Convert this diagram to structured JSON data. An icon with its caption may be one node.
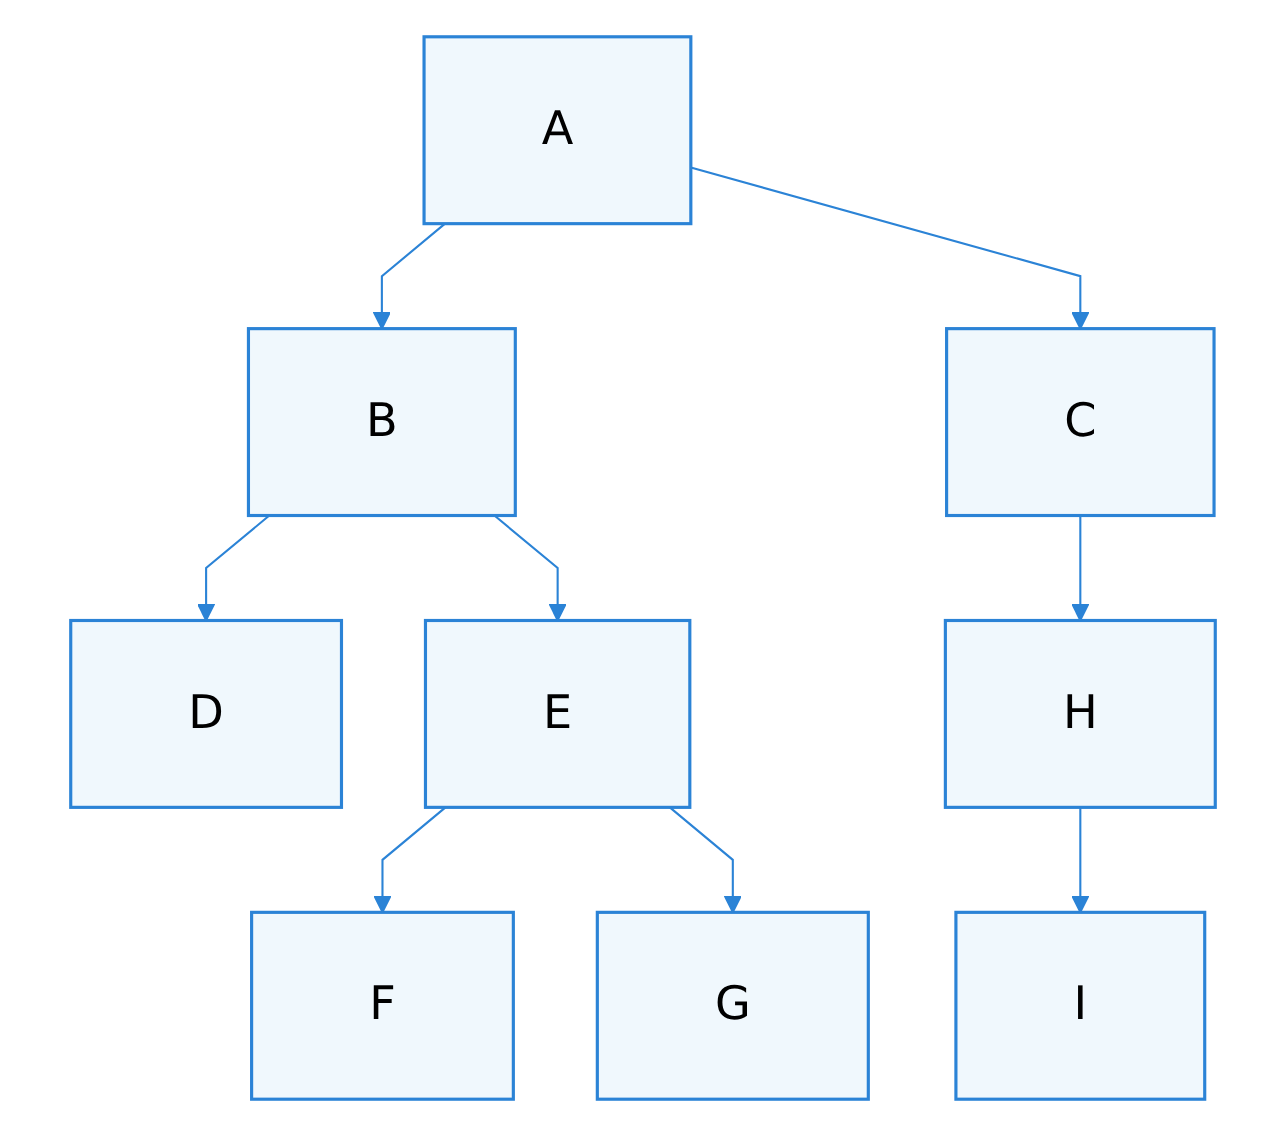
{
  "diagram": {
    "nodes": [
      {
        "text": [
          "A"
        ]
      },
      {
        "text": [
          "B"
        ]
      },
      {
        "text": [
          "C"
        ]
      },
      {
        "text": [
          "D"
        ]
      },
      {
        "text": [
          "E"
        ]
      },
      {
        "text": [
          "H"
        ]
      },
      {
        "text": [
          "F"
        ]
      },
      {
        "text": [
          "G"
        ]
      },
      {
        "text": [
          "I"
        ]
      }
    ],
    "edges": [
      {
        "from": 0,
        "to": 1,
        "arrow": "to"
      },
      {
        "from": 0,
        "to": 2,
        "arrow": "to"
      },
      {
        "from": 1,
        "to": 3,
        "arrow": "to"
      },
      {
        "from": 1,
        "to": 4,
        "arrow": "to"
      },
      {
        "from": 2,
        "to": 5,
        "arrow": "to"
      },
      {
        "from": 4,
        "to": 6,
        "arrow": "to"
      },
      {
        "from": 4,
        "to": 7,
        "arrow": "to"
      },
      {
        "from": 5,
        "to": 8,
        "arrow": "to"
      }
    ]
  }
}
